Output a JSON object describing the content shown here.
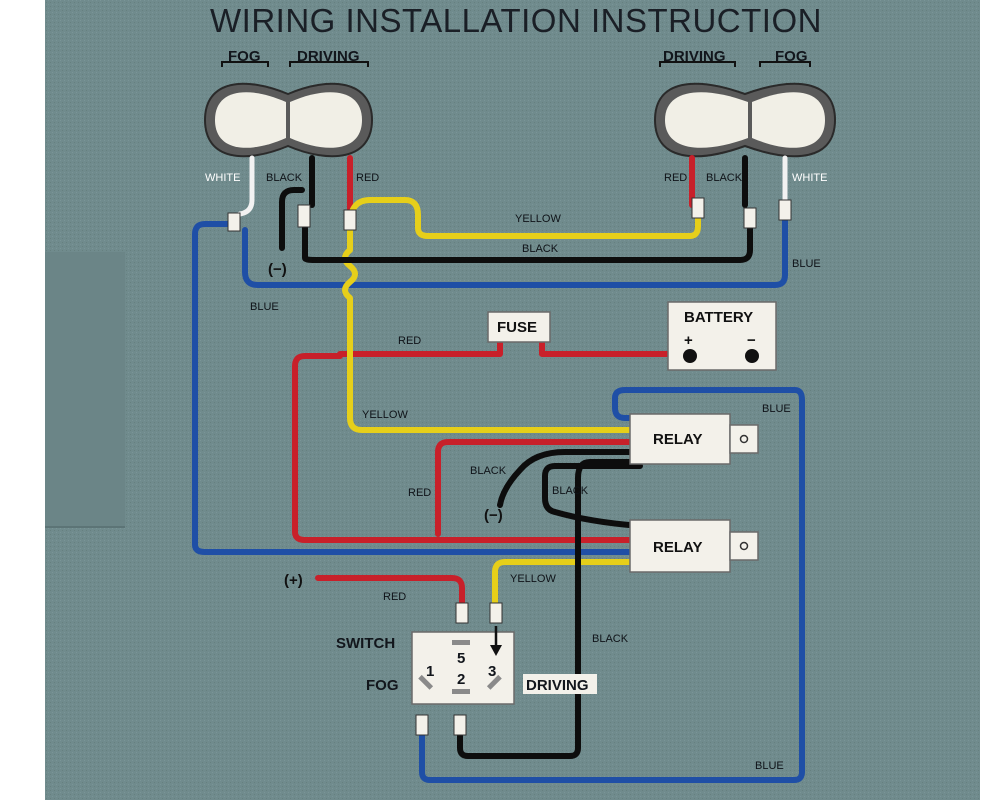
{
  "title": "WIRING INSTALLATION INSTRUCTION",
  "lamps": {
    "left": {
      "fog": "FOG",
      "driving": "DRIVING"
    },
    "right": {
      "driving": "DRIVING",
      "fog": "FOG"
    }
  },
  "wire_labels": {
    "white_l": "WHITE",
    "black_l": "BLACK",
    "red_l": "RED",
    "red_r": "RED",
    "black_r": "BLACK",
    "white_r": "WHITE",
    "yellow_top": "YELLOW",
    "black_top": "BLACK",
    "blue_right_top": "BLUE",
    "blue_left": "BLUE",
    "red_fuse": "RED",
    "yellow_mid": "YELLOW",
    "blue_relay": "BLUE",
    "black_relay": "BLACK",
    "red_relay": "RED",
    "black_relay2": "BLACK",
    "yellow_switch": "YELLOW",
    "red_plus": "RED",
    "black_driving": "BLACK",
    "blue_bottom": "BLUE"
  },
  "symbols": {
    "ground1": "(−)",
    "ground2": "(−)",
    "plus": "(+)",
    "bat_plus": "+",
    "bat_minus": "−"
  },
  "components": {
    "fuse": "FUSE",
    "battery": "BATTERY",
    "relay1": "RELAY",
    "relay2": "RELAY"
  },
  "switch": {
    "label": "SWITCH",
    "fog": "FOG",
    "driving": "DRIVING",
    "pos1": "1",
    "pos2": "2",
    "pos3": "3",
    "pos5": "5"
  },
  "colors": {
    "background": "#6f8a8c",
    "blue": "#1f4fa6",
    "red": "#c8202a",
    "yellow": "#e6cf1a",
    "black": "#0d0d0d",
    "white": "#f2f2f2"
  }
}
